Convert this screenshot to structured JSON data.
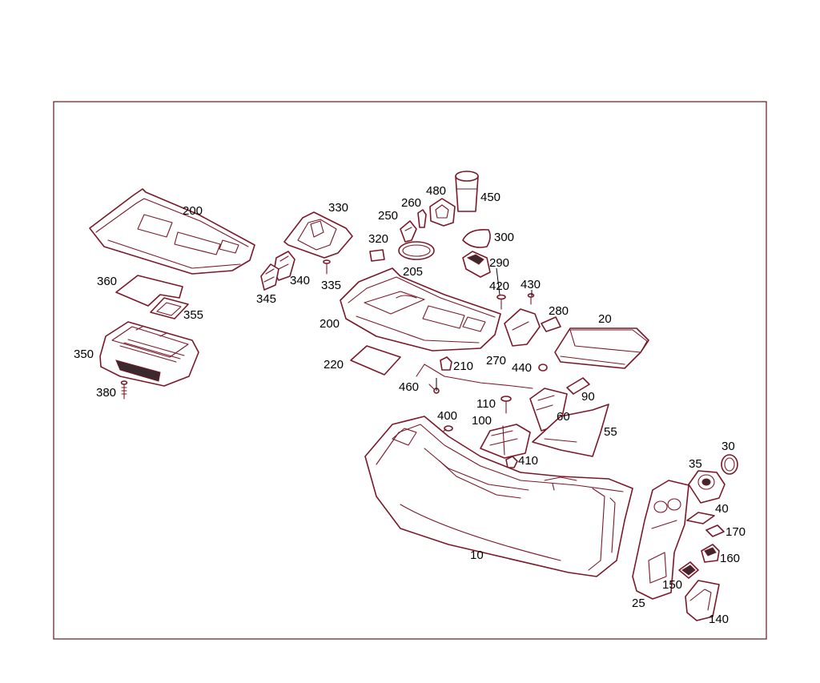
{
  "diagram": {
    "labels": [
      "200",
      "330",
      "480",
      "450",
      "260",
      "250",
      "320",
      "300",
      "205",
      "290",
      "340",
      "335",
      "345",
      "360",
      "355",
      "350",
      "380",
      "420",
      "430",
      "280",
      "20",
      "200",
      "220",
      "210",
      "270",
      "440",
      "460",
      "110",
      "90",
      "400",
      "100",
      "60",
      "55",
      "410",
      "30",
      "35",
      "40",
      "170",
      "10",
      "160",
      "150",
      "25",
      "140"
    ]
  },
  "colors": {
    "line": "#7a1828",
    "frame": "#5a1a24",
    "text": "#000000"
  }
}
